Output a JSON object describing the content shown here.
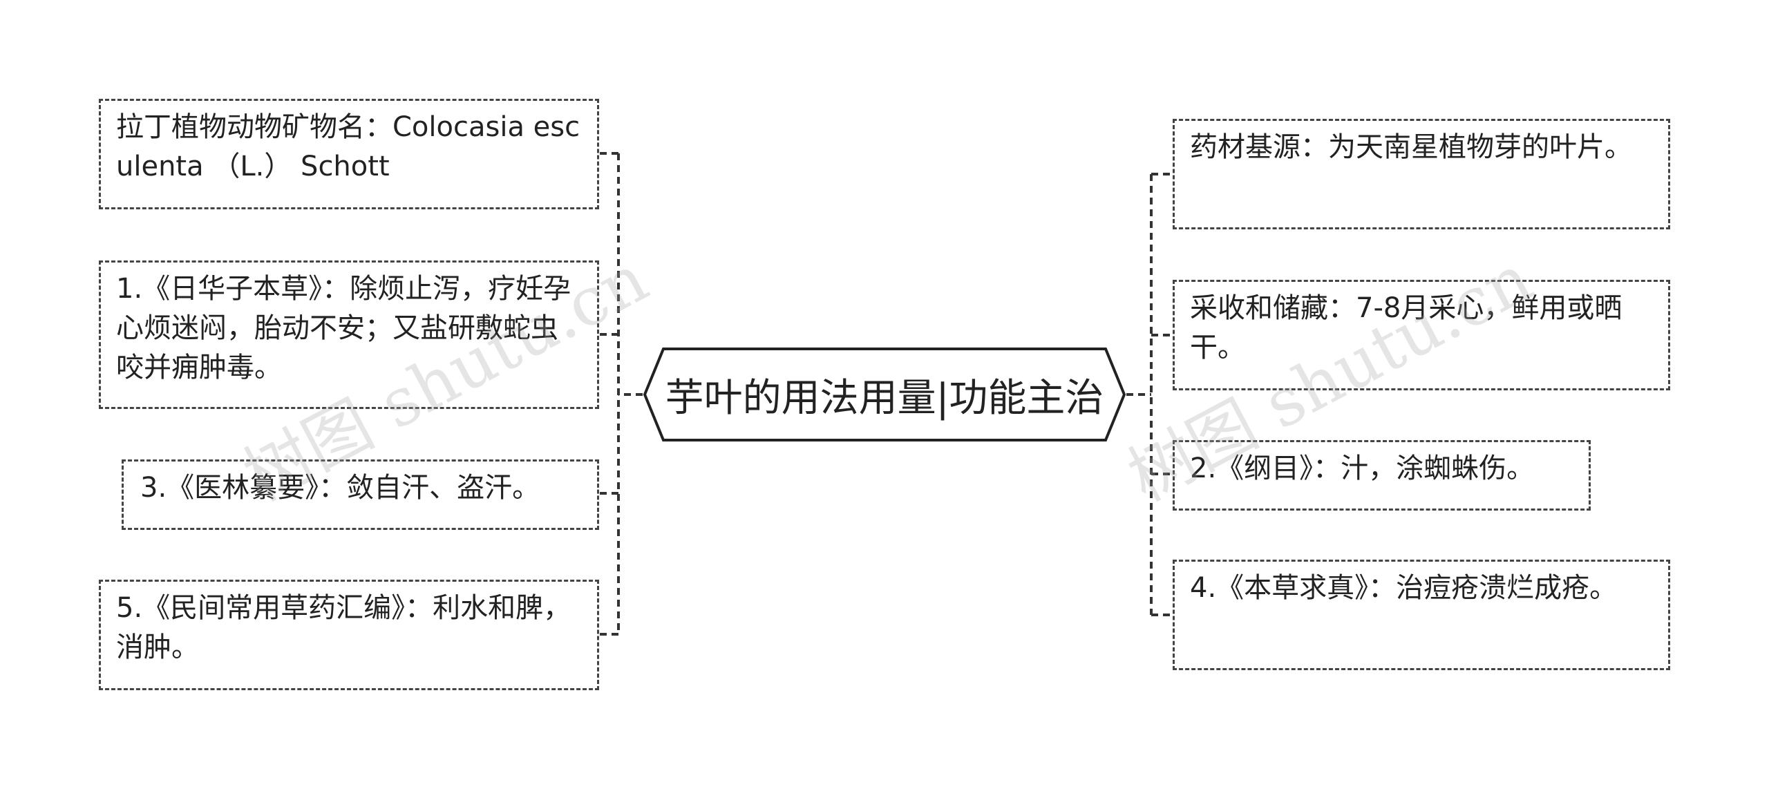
{
  "central_topic": "芋叶的用法用量|功能主治",
  "left_branches": [
    "拉丁植物动物矿物名：Colocasia esculenta （L.） Schott",
    "1.《日华子本草》：除烦止泻，疗妊孕心烦迷闷，胎动不安；又盐研敷蛇虫咬并痈肿毒。",
    "3.《医林纂要》：敛自汗、盗汗。",
    "5.《民间常用草药汇编》：利水和脾，消肿。"
  ],
  "right_branches": [
    "药材基源：为天南星植物芽的叶片。",
    "采收和储藏：7-8月采心，鲜用或晒干。",
    "2.《纲目》：汁，涂蜘蛛伤。",
    "4.《本草求真》：治痘疮溃烂成疮。"
  ],
  "watermark": "树图 shutu.cn",
  "colors": {
    "line": "#444444",
    "text": "#222222",
    "background": "#ffffff"
  }
}
